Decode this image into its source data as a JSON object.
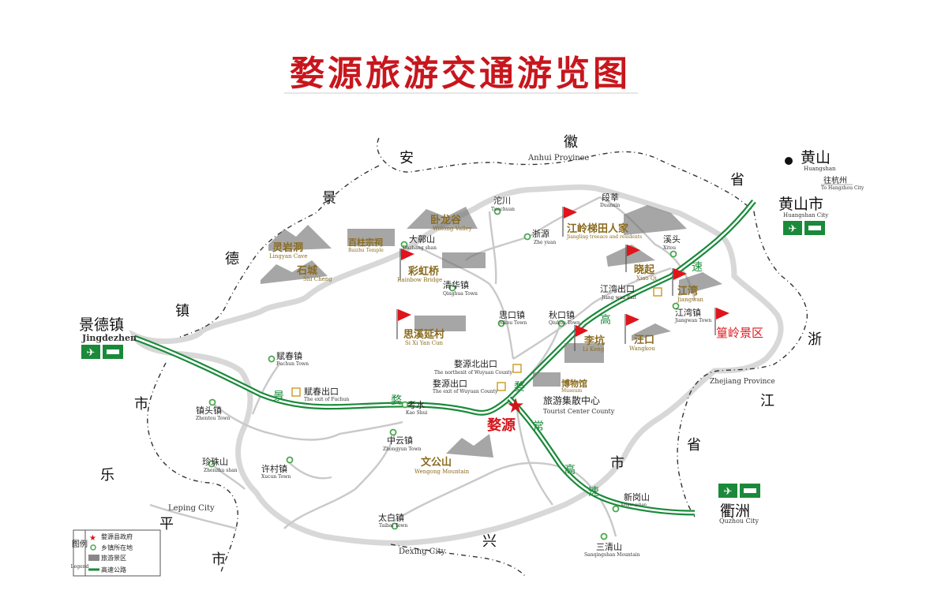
{
  "title": "婺源旅游交通游览图",
  "colors": {
    "highway": "#1a8a3a",
    "flag": "#e0141b",
    "county": "#d2141b",
    "spot": "#8a6b1f",
    "town": "#49a84c"
  },
  "provinces": {
    "anhui": {
      "chars": [
        "安",
        "徽",
        "省"
      ],
      "en": "Anhui Province"
    },
    "zhejiang": {
      "chars": [
        "浙",
        "江",
        "省"
      ],
      "en": "Zhejiang Province"
    },
    "jingdezhen_city": {
      "chars": [
        "景",
        "德",
        "镇",
        "市"
      ]
    },
    "leping_city": {
      "chars": [
        "乐",
        "平",
        "市"
      ],
      "en": "Leping City"
    },
    "dexing_city": {
      "chars": [
        "兴",
        "市"
      ],
      "en": "Dexing City"
    }
  },
  "cities": {
    "jingdezhen": {
      "zh": "景德镇",
      "en": "Jingdezhen"
    },
    "huangshan": {
      "zh": "黄山",
      "en": "Huangshan"
    },
    "hangzhou": {
      "zh": "往杭州",
      "en": "To Hangzhou City"
    },
    "huangshan_city": {
      "zh": "黄山市",
      "en": "Huangshan City"
    },
    "quzhou": {
      "zh": "衢洲",
      "en": "Quzhou City"
    },
    "wuyuan": {
      "zh": "婺源"
    }
  },
  "highway_chars": {
    "jing": "景",
    "wu1": "婺",
    "gao": "高",
    "su": "速",
    "wu2": "婺",
    "chang": "常",
    "gao2": "高",
    "su2": "速"
  },
  "towns": [
    {
      "id": "tuochuan",
      "zh": "沱川",
      "en": "Tuochuan"
    },
    {
      "id": "zheyuan",
      "zh": "浙源",
      "en": "Zhe yuan"
    },
    {
      "id": "dazhangshan",
      "zh": "大鄣山",
      "en": "Dazhang shan"
    },
    {
      "id": "qinghua",
      "zh": "清华镇",
      "en": "Qinghua Town"
    },
    {
      "id": "duanxin",
      "zh": "段莘",
      "en": "Duanxin"
    },
    {
      "id": "xitou",
      "zh": "溪头",
      "en": "Xitou"
    },
    {
      "id": "jiangwanexit",
      "zh": "江湾出口",
      "en": "Jiang wan Exit"
    },
    {
      "id": "jiangwantown",
      "zh": "江湾镇",
      "en": "Jiangwan Town"
    },
    {
      "id": "sikou",
      "zh": "思口镇",
      "en": "Sikou Town"
    },
    {
      "id": "qiukou",
      "zh": "秋口镇",
      "en": "Qiukou Town"
    },
    {
      "id": "northexit",
      "zh": "婺源北出口",
      "en": "The northexit of Wuyuan County"
    },
    {
      "id": "wuyuanexit",
      "zh": "婺源出口",
      "en": "The exit of Wuyuan County"
    },
    {
      "id": "fuchun",
      "zh": "赋春镇",
      "en": "Fuchun Town"
    },
    {
      "id": "fuchunexit",
      "zh": "赋春出口",
      "en": "The exit of Fuchun"
    },
    {
      "id": "kaoshui",
      "zh": "考水",
      "en": "Kao Shui"
    },
    {
      "id": "zhentou",
      "zh": "镇头镇",
      "en": "Zhentou Town"
    },
    {
      "id": "zhongyun",
      "zh": "中云镇",
      "en": "Zhongyun Town"
    },
    {
      "id": "zhenzhu",
      "zh": "珍珠山",
      "en": "Zhenzhu shan"
    },
    {
      "id": "xucun",
      "zh": "许村镇",
      "en": "Xucun Town"
    },
    {
      "id": "taibai",
      "zh": "太白镇",
      "en": "Taibai Town"
    },
    {
      "id": "xingangshan",
      "zh": "新岗山",
      "en": "Xingangshan"
    },
    {
      "id": "sanqing",
      "zh": "三清山",
      "en": "Sanqingshan Mountain"
    }
  ],
  "spots": [
    {
      "id": "lingyan",
      "zh": "灵岩洞",
      "en": "Lingyan Cave"
    },
    {
      "id": "baizhu",
      "zh": "百柱宗祠",
      "en": "Baizhu Temple"
    },
    {
      "id": "wolong",
      "zh": "卧龙谷",
      "en": "Wolong Valley"
    },
    {
      "id": "shicheng",
      "zh": "石城",
      "en": "Shi Cheng"
    },
    {
      "id": "caihong",
      "zh": "彩虹桥",
      "en": "Rainbow Bridge"
    },
    {
      "id": "jiangling",
      "zh": "江岭梯田人家",
      "en": "Jiangling treeace and residents"
    },
    {
      "id": "xiaoqi",
      "zh": "晓起",
      "en": "Xiao Qi"
    },
    {
      "id": "jiangwan",
      "zh": "江湾",
      "en": "Jiangwan"
    },
    {
      "id": "wangkou",
      "zh": "汪口",
      "en": "Wangkou"
    },
    {
      "id": "sixi",
      "zh": "思溪延村",
      "en": "Si Xi Yan Cun"
    },
    {
      "id": "likeng",
      "zh": "李坑",
      "en": "Li Keng"
    },
    {
      "id": "museum",
      "zh": "博物馆",
      "en": "Museum"
    },
    {
      "id": "wengong",
      "zh": "文公山",
      "en": "Wengong Mountain"
    },
    {
      "id": "huangling",
      "zh": "篁岭景区"
    }
  ],
  "tourist_center": {
    "zh": "旅游集散中心",
    "en": "Tourist Center County"
  },
  "legend": {
    "title": "图例",
    "title_en": "Legend",
    "items": [
      {
        "zh": "婺源县政府"
      },
      {
        "zh": "乡镇所在地"
      },
      {
        "zh": "旅游景区"
      },
      {
        "zh": "高速公路"
      }
    ]
  }
}
